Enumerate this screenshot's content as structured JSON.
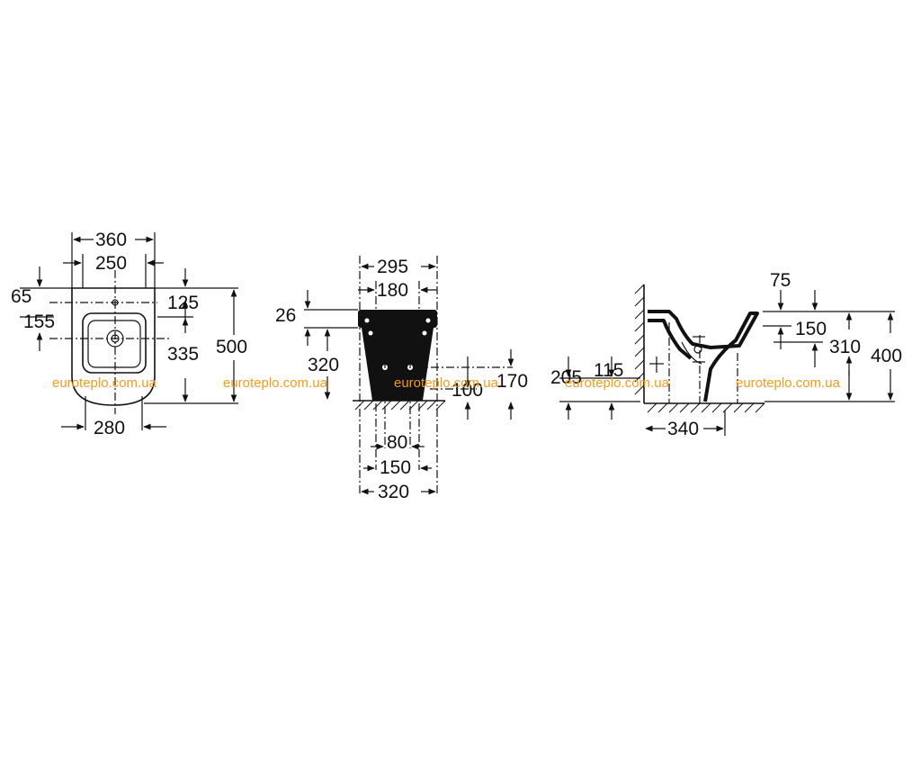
{
  "diagram": {
    "top_view": {
      "dims": [
        "360",
        "250",
        "65",
        "125",
        "155",
        "335",
        "500",
        "280"
      ]
    },
    "front_view": {
      "dims": [
        "295",
        "180",
        "26",
        "320",
        "205",
        "100",
        "170",
        "80",
        "150",
        "320"
      ]
    },
    "side_view": {
      "dims": [
        "75",
        "150",
        "310",
        "400",
        "115",
        "340"
      ]
    },
    "watermarks": [
      "euroteplo.com.ua",
      "euroteplo.com.ua",
      "euroteplo.com.ua",
      "euroteplo.com.ua",
      "euroteplo.com.ua"
    ]
  },
  "colors": {
    "watermark": "#f29b1b",
    "line": "#111111"
  }
}
